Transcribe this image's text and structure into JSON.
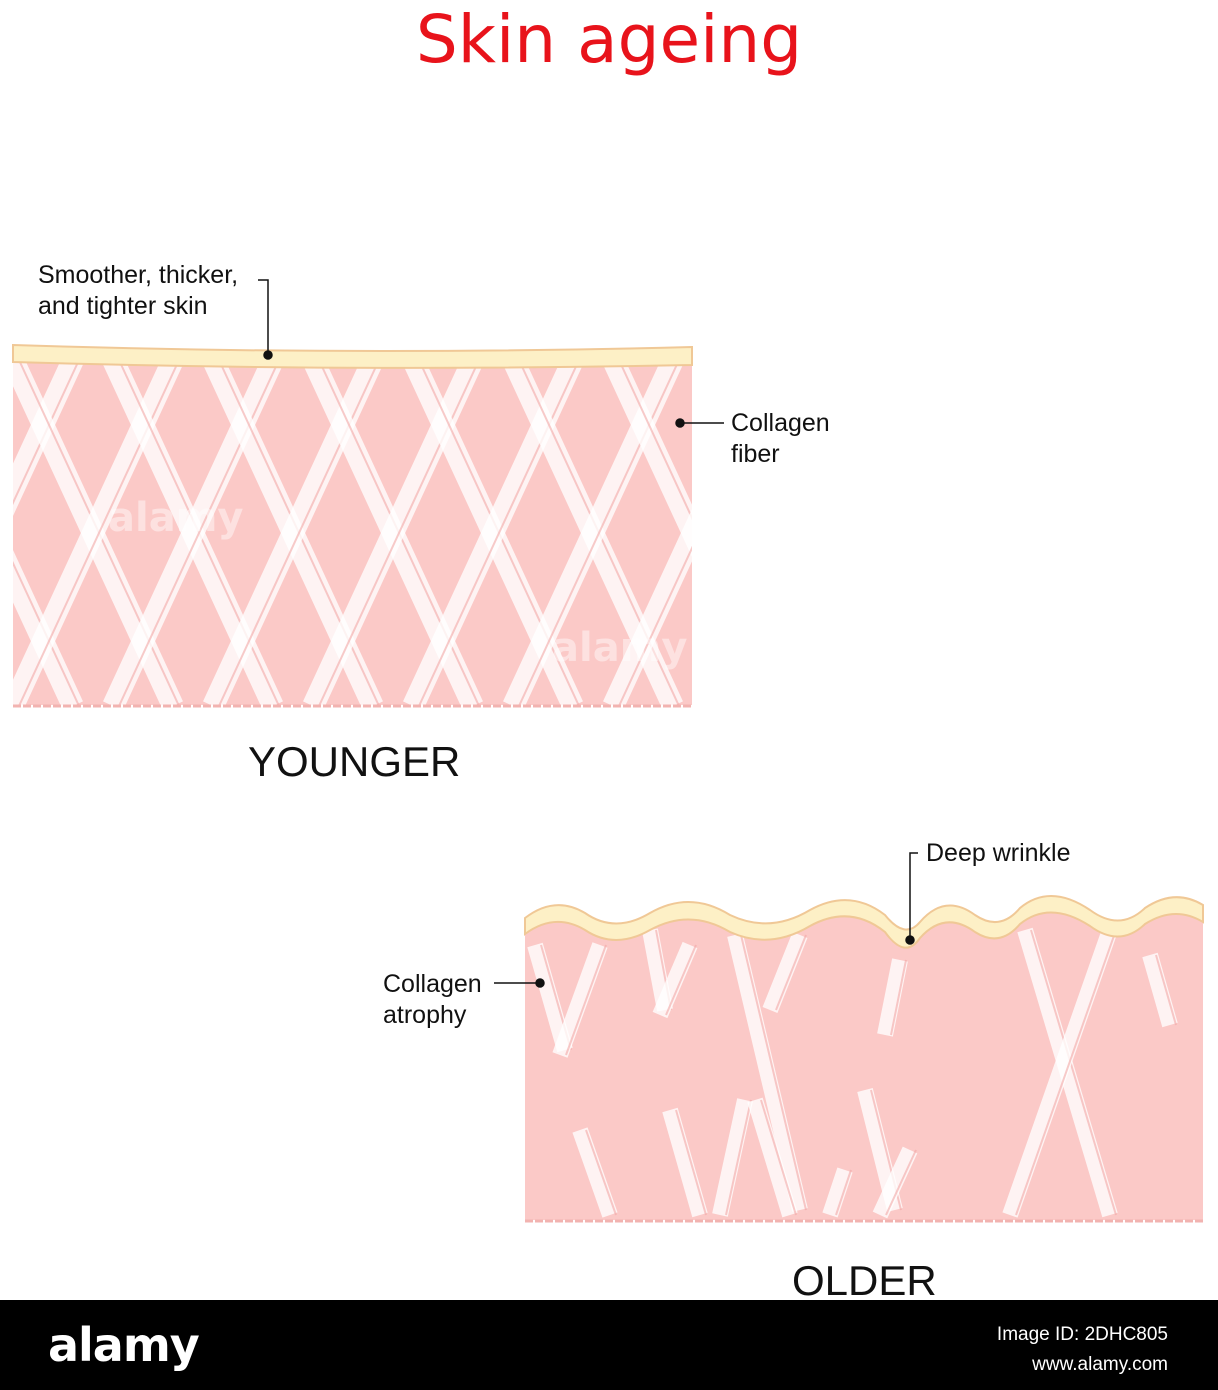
{
  "title": "Skin ageing",
  "younger": {
    "caption": "YOUNGER",
    "label_surface": "Smoother, thicker,\nand tighter skin",
    "label_fiber": "Collagen\nfiber"
  },
  "older": {
    "caption": "OLDER",
    "label_wrinkle": "Deep wrinkle",
    "label_atrophy": "Collagen\natrophy"
  },
  "footer": {
    "logo": "alamy",
    "image_id": "Image ID: 2DHC805",
    "site": "www.alamy.com"
  },
  "watermark": "alamy",
  "colors": {
    "title": "#e8131b",
    "dermis": "#fbc9c7",
    "epidermis": "#fdf0c6",
    "epidermis_border": "#f0c896",
    "fiber": "#ffffff"
  }
}
